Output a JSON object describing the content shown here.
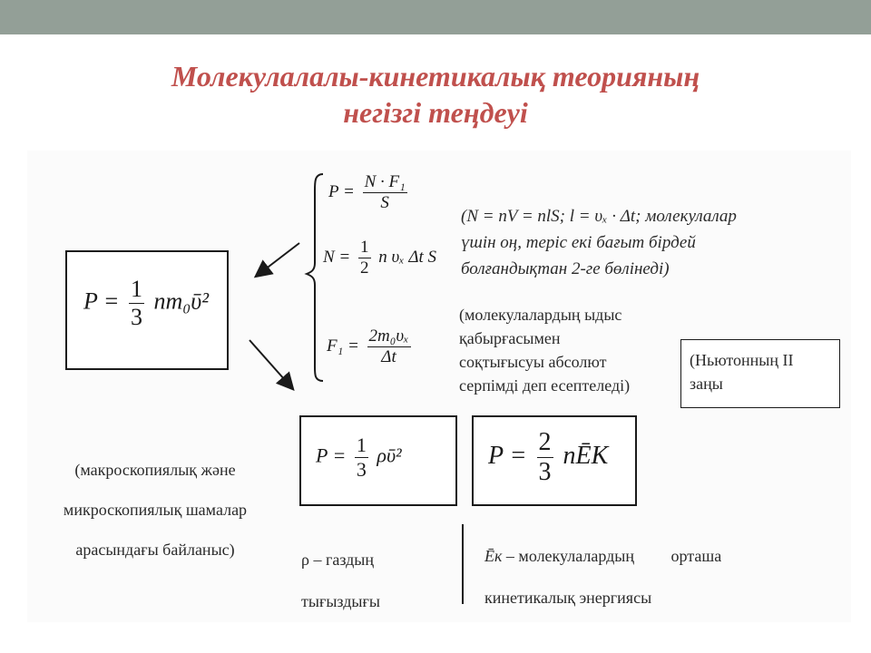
{
  "slide": {
    "title_line1": "Молекулалалы-кинетикалық теорияның",
    "title_line2": "негізгі теңдеуі"
  },
  "formulas": {
    "main": {
      "lhs": "P =",
      "num": "1",
      "den": "3",
      "rhs": "nm₀ῡ²"
    },
    "system": {
      "eq1": {
        "lhs": "P =",
        "num": "N · F₁",
        "den": "S"
      },
      "eq2": {
        "lhs": "N =",
        "num": "1",
        "den": "2",
        "rhs": "n υₓ Δt S"
      },
      "eq3": {
        "lhs": "F₁ =",
        "num": "2m₀υₓ",
        "den": "Δt"
      }
    },
    "density": {
      "lhs": "P =",
      "num": "1",
      "den": "3",
      "rhs": "ρῡ²"
    },
    "energy": {
      "lhs": "P =",
      "num": "2",
      "den": "3",
      "rhs": "nĒK"
    }
  },
  "notes": {
    "molecule_count": [
      "(N = nV = nlS; l = υₓ · Δt; молекулалар",
      "үшін оң, теріс екі бағыт бірдей",
      "болғандықтан 2-ге бөлінеді)"
    ],
    "elastic": [
      "(молекулалардың ыдыс",
      "қабырғасымен",
      "соқтығысуы абсолют",
      "серпімді деп есептеледі)"
    ],
    "newton": [
      "(Ньютонның II",
      "заңы"
    ],
    "macro": [
      "(макроскопиялық және",
      "микроскопиялық шамалар",
      "арасындағы байланыс)"
    ],
    "rho": [
      "ρ – газдың",
      "тығыздығы"
    ],
    "ek": {
      "symbol": "Ēк",
      "line1_a": "– молекулалардың",
      "line1_b": "орташа",
      "line2": "кинетикалық энергиясы"
    }
  }
}
